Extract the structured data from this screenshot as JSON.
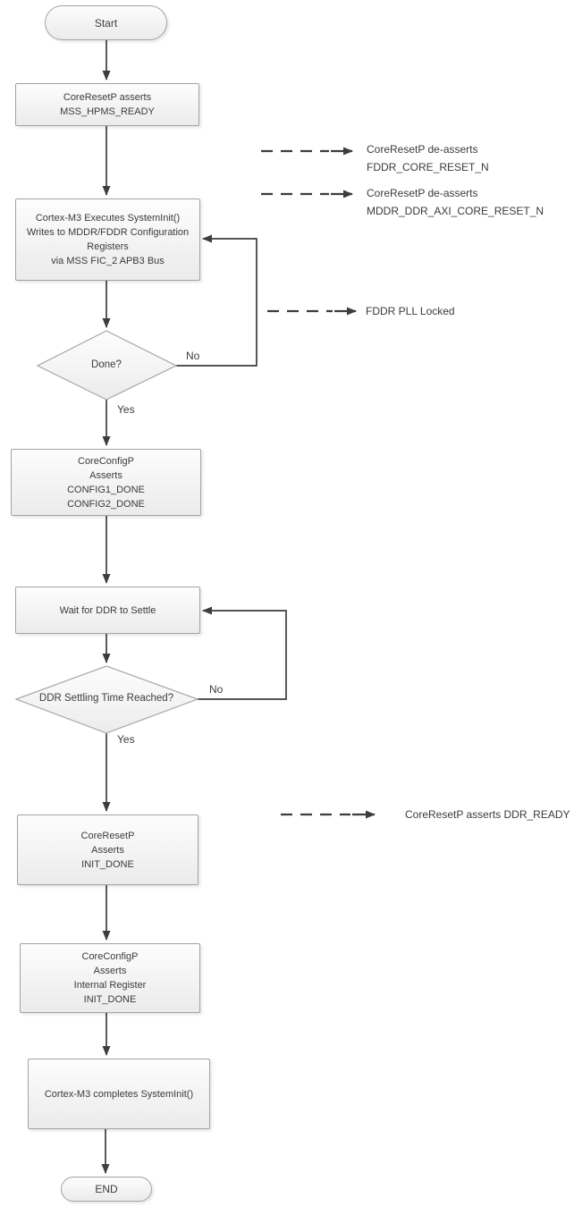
{
  "diagram": {
    "terminals": {
      "start": "Start",
      "end": "END"
    },
    "processes": {
      "box1": "CoreResetP asserts\nMSS_HPMS_READY",
      "box2": "Cortex-M3 Executes SystemInit()\nWrites to MDDR/FDDR Configuration\nRegisters\nvia MSS FIC_2 APB3 Bus",
      "box3": "CoreConfigP\nAsserts\nCONFIG1_DONE\nCONFIG2_DONE",
      "box4": "Wait for DDR to Settle",
      "box5": "CoreResetP\nAsserts\nINIT_DONE",
      "box6": "CoreConfigP\nAsserts\nInternal Register\nINIT_DONE",
      "box7": "Cortex-M3 completes SystemInit()"
    },
    "decisions": {
      "d1": "Done?",
      "d2": "DDR Settling Time Reached?"
    },
    "edge_labels": {
      "d1_no": "No",
      "d1_yes": "Yes",
      "d2_no": "No",
      "d2_yes": "Yes"
    },
    "annotations": {
      "a1": "CoreResetP de-asserts\nFDDR_CORE_RESET_N",
      "a2": "CoreResetP de-asserts\nMDDR_DDR_AXI_CORE_RESET_N",
      "a3": "FDDR PLL Locked",
      "a4": "CoreResetP asserts DDR_READY"
    },
    "colors": {
      "connector": "#3d3d3d",
      "node_border": "#a3a3a3",
      "node_fill_top": "#fdfdfd",
      "node_fill_bottom": "#ebebeb",
      "text": "#3b3b3b",
      "background": "#ffffff"
    }
  }
}
